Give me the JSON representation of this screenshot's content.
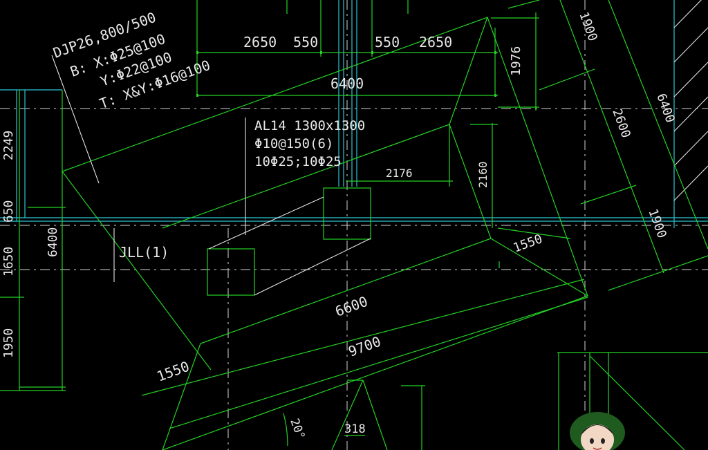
{
  "viewport": {
    "background": "#000000"
  },
  "colors": {
    "green": "#25d225",
    "cyan": "#2cc6d6",
    "white": "#e8e8e8",
    "dash": "#d6d6d6"
  },
  "annotation_djp": {
    "line1": "DJP26,800/500",
    "line2": "B: X:Φ25@100",
    "line3": "Y:Φ22@100",
    "line4": "T: X&Y:Φ16@100"
  },
  "annotation_al": {
    "line1": "AL14  1300x1300",
    "line2": "Φ10@150(6)",
    "line3": "10Φ25;10Φ25"
  },
  "label_jll": "JLL(1)",
  "dims_top": {
    "d1": "2650",
    "d2": "550",
    "d3": "550",
    "d4": "2650",
    "total": "6400"
  },
  "dims_right": {
    "d1976": "1976",
    "d1900a": "1900",
    "d2600": "2600",
    "d6400": "6400",
    "d1900b": "1900",
    "d1550": "1550",
    "d2176": "2176",
    "d2160": "2160"
  },
  "dims_bottom": {
    "d6600": "6600",
    "d9700": "9700",
    "d1550": "1550",
    "d318": "318",
    "angle": "20°"
  },
  "dims_left": {
    "d2249": "2249",
    "d650": "650",
    "d6400": "6400",
    "d1650": "1650",
    "d1950": "1950"
  }
}
